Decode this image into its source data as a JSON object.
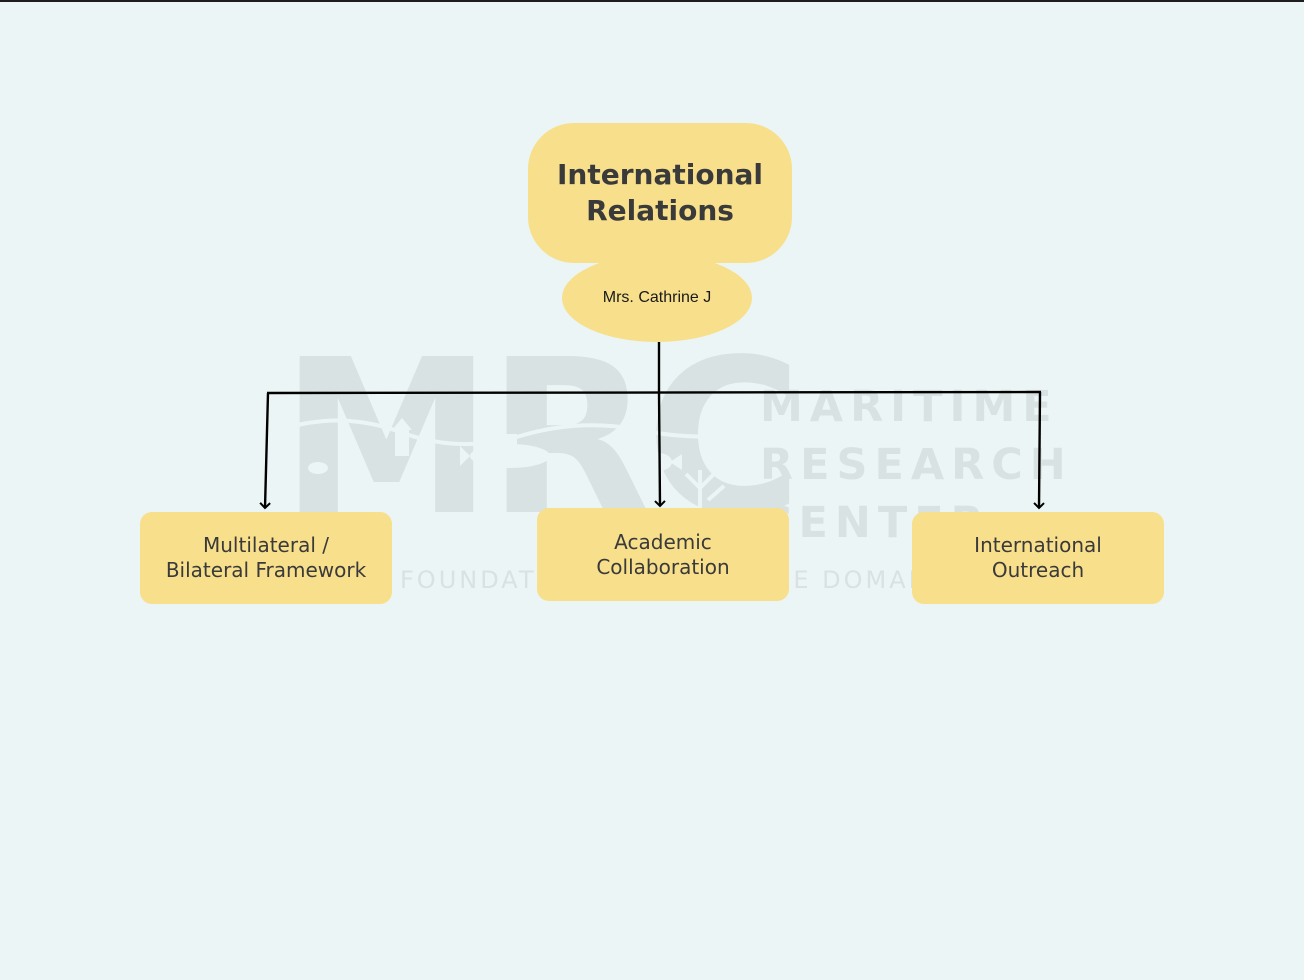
{
  "diagram": {
    "root": {
      "title": "International Relations",
      "head": "Mrs. Cathrine J"
    },
    "children": [
      {
        "label": "Multilateral /\nBilateral Framework"
      },
      {
        "label": "Academic\nCollaboration"
      },
      {
        "label": "International\nOutreach"
      }
    ]
  },
  "watermark": {
    "logo_letters": "MRC",
    "name_lines": [
      "MARITIME",
      "RESEARCH",
      "CENTER"
    ],
    "tagline": "FOUNDATION FOR MARITIME DOMAIN AWARENESS"
  },
  "colors": {
    "background": "#ecf5f5",
    "node_fill": "#f7df8b",
    "connector": "#000000",
    "watermark": "#d8e2e3"
  }
}
